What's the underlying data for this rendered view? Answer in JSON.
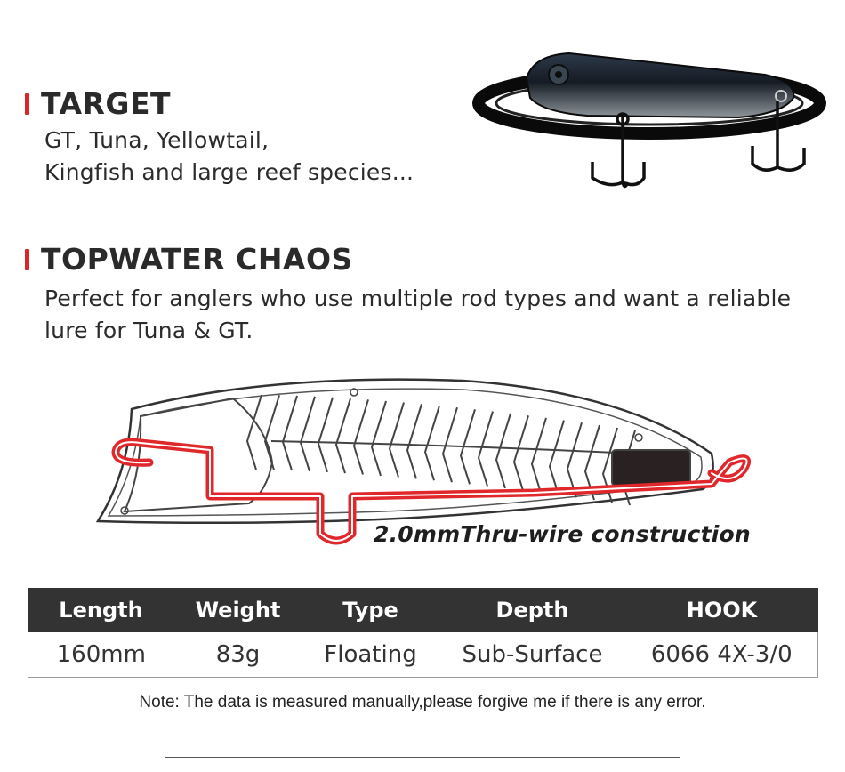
{
  "target": {
    "title": "TARGET",
    "lines": [
      "GT, Tuna, Yellowtail,",
      "Kingfish and large reef species..."
    ]
  },
  "topwater": {
    "title": "TOPWATER CHAOS",
    "lines": [
      "Perfect for anglers who use multiple rod types and want a reliable",
      "lure for Tuna & GT."
    ]
  },
  "diagram": {
    "caption": "2.0mmThru-wire construction",
    "wire_color": "#e0282c"
  },
  "specs": {
    "headers": [
      "Length",
      "Weight",
      "Type",
      "Depth",
      "HOOK"
    ],
    "values": [
      "160mm",
      "83g",
      "Floating",
      "Sub-Surface",
      "6066 4X-3/0"
    ]
  },
  "note": "Note: The data is measured manually,please forgive me if there is any error.",
  "colors": {
    "accent": "#d9262a",
    "table_header_bg": "#333333"
  }
}
